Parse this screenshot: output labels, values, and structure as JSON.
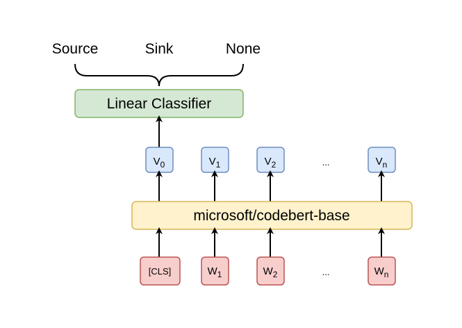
{
  "labels": {
    "source": "Source",
    "sink": "Sink",
    "none": "None"
  },
  "classifier": {
    "label": "Linear Classifier"
  },
  "encoder": {
    "label": "microsoft/codebert-base"
  },
  "vectors": {
    "v0": {
      "base": "V",
      "sub": "0"
    },
    "v1": {
      "base": "V",
      "sub": "1"
    },
    "v2": {
      "base": "V",
      "sub": "2"
    },
    "ellipsis": "...",
    "vn": {
      "base": "V",
      "sub": "n"
    }
  },
  "tokens": {
    "cls": "[CLS]",
    "w1": {
      "base": "W",
      "sub": "1"
    },
    "w2": {
      "base": "W",
      "sub": "2"
    },
    "ellipsis": "...",
    "wn": {
      "base": "W",
      "sub": "n"
    }
  },
  "colors": {
    "classifier_fill": "#d5e8d4",
    "classifier_stroke": "#82b366",
    "encoder_fill": "#fff2cc",
    "encoder_stroke": "#d6b656",
    "vector_fill": "#dae8fc",
    "vector_stroke": "#6c8ebf",
    "token_fill": "#f8cecc",
    "token_stroke": "#b85450",
    "line": "#000000"
  }
}
